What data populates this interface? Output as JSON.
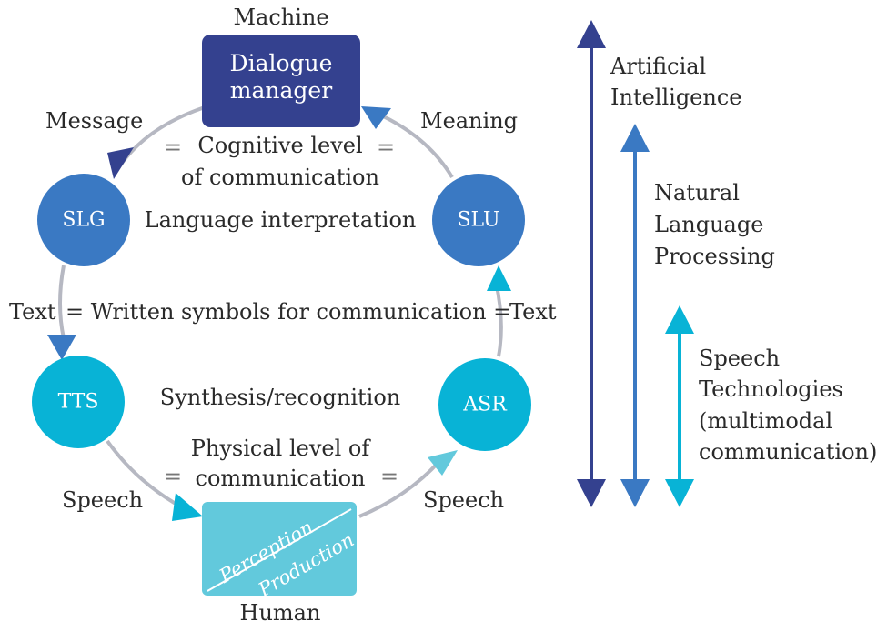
{
  "colors": {
    "dark_blue": "#34418f",
    "mid_blue": "#3a79c3",
    "light_blue": "#08b3d6",
    "pale_cyan": "#62c9dc",
    "ring_gray": "#b6b8c2"
  },
  "machine_box": {
    "top_label": "Machine",
    "line1": "Dialogue",
    "line2": "manager"
  },
  "human_box": {
    "bottom_label": "Human",
    "perception": "Perception",
    "production": "Production"
  },
  "nodes": {
    "slg": "SLG",
    "slu": "SLU",
    "tts": "TTS",
    "asr": "ASR"
  },
  "labels": {
    "message": "Message",
    "meaning": "Meaning",
    "cognitive_line1": "Cognitive level",
    "cognitive_line2": "of communication",
    "language_interpretation": "Language interpretation",
    "text_left": "Text",
    "text_right": "Text",
    "written_symbols": "= Written symbols for communication =",
    "synthesis": "Synthesis/recognition",
    "physical_line1": "Physical level of",
    "physical_line2": "communication",
    "speech_left": "Speech",
    "speech_right": "Speech",
    "equals": "="
  },
  "scale": {
    "ai_line1": "Artificial",
    "ai_line2": "Intelligence",
    "nlp_line1": "Natural",
    "nlp_line2": "Language",
    "nlp_line3": "Processing",
    "st_line1": "Speech",
    "st_line2": "Technologies",
    "st_line3": "(multimodal",
    "st_line4": "communication)"
  }
}
